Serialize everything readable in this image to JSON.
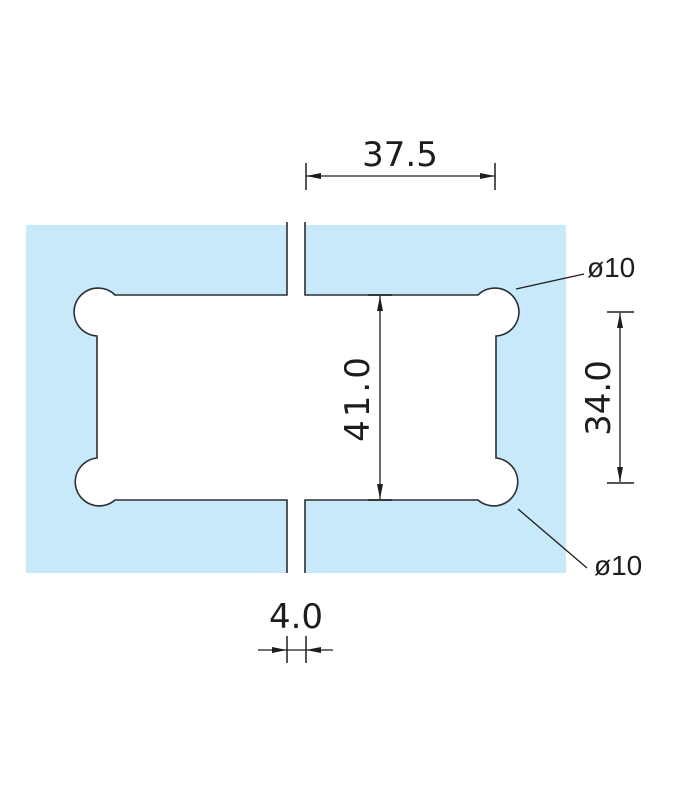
{
  "drawing": {
    "title": "Glass clamp cutout / notch dimension drawing",
    "plate_fill": "#c8e9fa",
    "line_color": "#2b2f33",
    "dimensions": {
      "width_top": "37.5",
      "height_inner": "41.0",
      "hole_spacing": "34.0",
      "gap": "4.0",
      "hole_diameter_top": "ø10",
      "hole_diameter_bottom": "ø10"
    }
  }
}
